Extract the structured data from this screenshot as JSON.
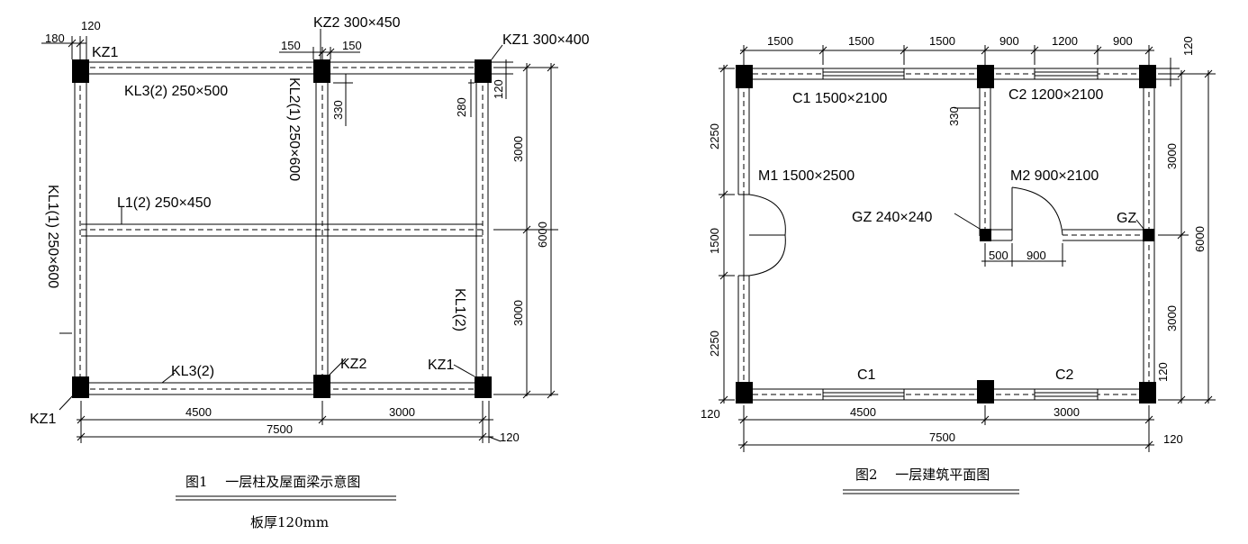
{
  "figure1": {
    "caption": "图1　 一层柱及屋面梁示意图",
    "note": "板厚120mm",
    "labels": {
      "kz1_tl": "KZ1",
      "kz2_top": "KZ2 300×450",
      "kz1_tr": "KZ1 300×400",
      "kl3_top": "KL3(2) 250×500",
      "kl2": "KL2(1) 250×600",
      "l1": "L1(2) 250×450",
      "kl1_left": "KL1(1) 250×600",
      "kl1_right": "KL1(2)",
      "kl3_bottom": "KL3(2)",
      "kz2_bottom": "KZ2",
      "kz1_br": "KZ1",
      "kz1_bl": "KZ1"
    },
    "dims": {
      "d120_top": "120",
      "d180": "180",
      "d150a": "150",
      "d150b": "150",
      "d330": "330",
      "d280": "280",
      "d120_r": "120",
      "d3000_top": "3000",
      "d3000_bot": "3000",
      "d6000": "6000",
      "d4500": "4500",
      "d3000_h": "3000",
      "d7500": "7500",
      "d120_b": "120"
    }
  },
  "figure2": {
    "caption": "图2　 一层建筑平面图",
    "labels": {
      "c1_top": "C1 1500×2100",
      "c2_top": "C2 1200×2100",
      "m1": "M1 1500×2500",
      "m2": "M2 900×2100",
      "gz_mid": "GZ 240×240",
      "gz_right": "GZ",
      "c1_bottom": "C1",
      "c2_bottom": "C2"
    },
    "dims": {
      "t1": "1500",
      "t2": "1500",
      "t3": "1500",
      "t4": "900",
      "t5": "1200",
      "t6": "900",
      "d120_tr": "120",
      "d330": "330",
      "l2250a": "2250",
      "l1500": "1500",
      "l2250b": "2250",
      "r3000a": "3000",
      "r3000b": "3000",
      "r6000": "6000",
      "d500": "500",
      "d900": "900",
      "d120_br": "120",
      "d120_bl": "120",
      "b4500": "4500",
      "b3000": "3000",
      "b7500": "7500",
      "d120_b": "120"
    }
  }
}
